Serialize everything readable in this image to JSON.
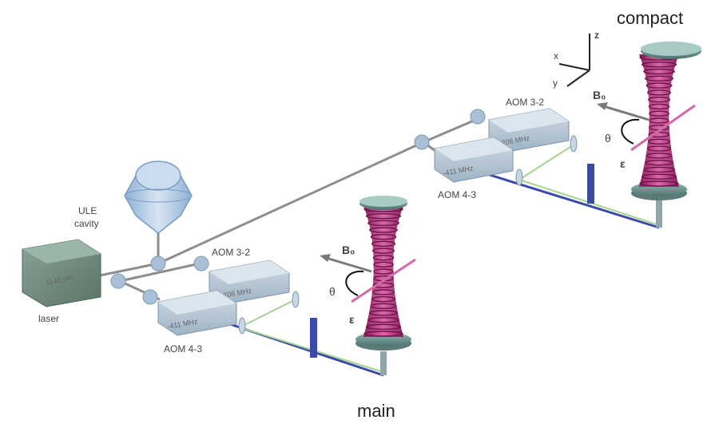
{
  "labels": {
    "compact": "compact",
    "main": "main",
    "ule_line1": "ULE",
    "ule_line2": "cavity",
    "laser": "laser",
    "laser_box": "1140 nm",
    "aom32_top": "AOM 3-2",
    "aom43_top": "AOM 4-3",
    "aom32_bottom": "AOM 3-2",
    "aom43_bottom": "AOM 4-3",
    "aom32_freq": "206 MHz",
    "aom43_freq": "-411 MHz",
    "b0": "B₀",
    "theta": "θ",
    "epsilon": "ε",
    "axis_x": "x",
    "axis_y": "y",
    "axis_z": "z"
  },
  "colors": {
    "beam_gray": "#8e8e8e",
    "beam_green": "#a6d58f",
    "beam_blue": "#3b4aa8",
    "aom_fill": "#b9c9d6",
    "laser_fill": "#6f8a7c",
    "lattice": "#b2337a",
    "cavity": "#a9c3e0"
  }
}
